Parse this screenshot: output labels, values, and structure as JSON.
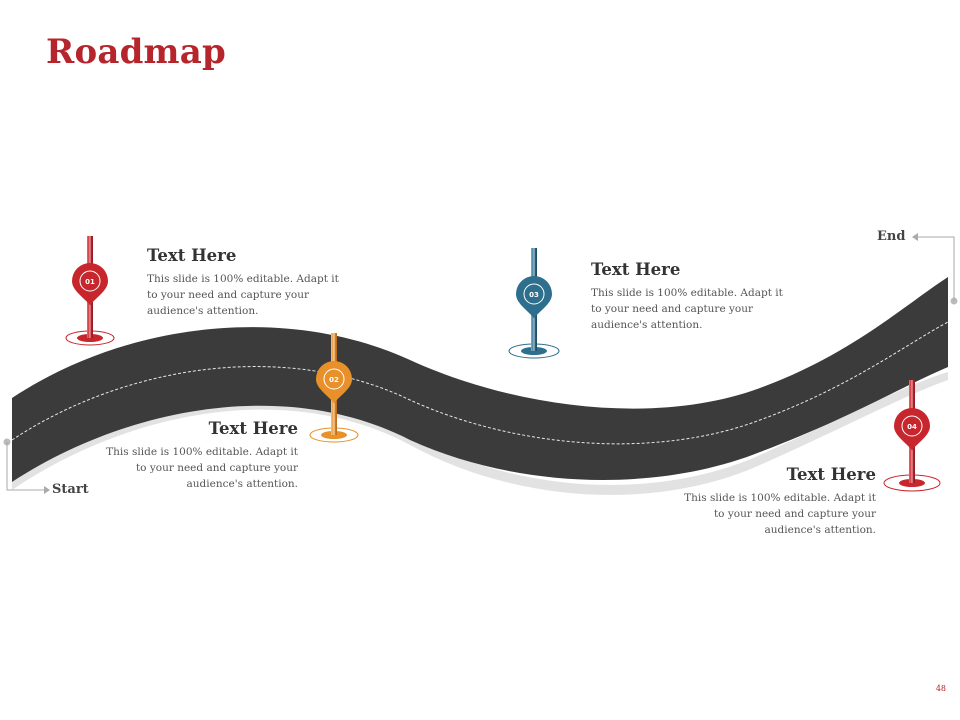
{
  "title": "Roadmap",
  "start_label": "Start",
  "end_label": "End",
  "page_number": "48",
  "colors": {
    "title": "#b5252b",
    "road": "#3b3b3b",
    "pin1": "#c8262d",
    "pin2": "#e8902a",
    "pin3": "#2e6f8e",
    "pin4": "#c8262d"
  },
  "milestones": [
    {
      "number": "01",
      "heading": "Text Here",
      "body": "This slide is 100% editable. Adapt it to your need and capture your audience's attention."
    },
    {
      "number": "02",
      "heading": "Text Here",
      "body": "This slide is 100% editable. Adapt it to your need and capture your audience's attention."
    },
    {
      "number": "03",
      "heading": "Text Here",
      "body": "This slide is 100% editable. Adapt it to your need and capture your audience's attention."
    },
    {
      "number": "04",
      "heading": "Text Here",
      "body": "This slide is 100% editable. Adapt it to your need and capture your audience's attention."
    }
  ]
}
